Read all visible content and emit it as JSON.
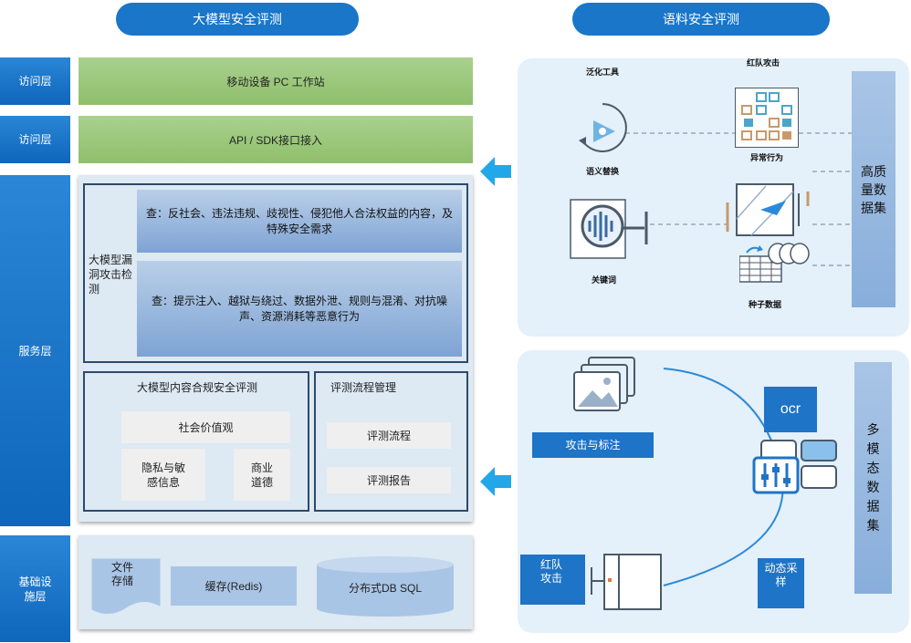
{
  "header": {
    "left_title": "大模型安全评测",
    "right_title": "语料安全评测"
  },
  "layers": {
    "access1": "访问层",
    "access2": "访问层",
    "service": "服务层",
    "infra": "基础设施层"
  },
  "access": {
    "devices": "移动设备    PC   工作站",
    "api": "API / SDK接口接入"
  },
  "vuln": {
    "title": "大模型漏洞攻击检测",
    "check1": "查：反社会、违法违规、歧视性、侵犯他人合法权益的内容，及特殊安全需求",
    "check2": "查：提示注入、越狱与绕过、数据外泄、规则与混淆、对抗噪声、资源消耗等恶意行为"
  },
  "compliance": {
    "title": "大模型内容合规安全评测",
    "social": "社会价值观",
    "privacy": "隐私与敏感信息",
    "business": "商业道德"
  },
  "process": {
    "title": "评测流程管理",
    "flow": "评测流程",
    "report": "评测报告"
  },
  "infra": {
    "file": "文件存储",
    "cache": "缓存(Redis)",
    "db": "分布式DB   SQL"
  },
  "corpus": {
    "generalize_tool": "泛化工具",
    "red_team_top": "红队攻击",
    "semantic_replace": "语义替换",
    "anomaly": "异常行为",
    "keyword": "关键词",
    "seed_data": "种子数据",
    "high_quality": "高质量数据集"
  },
  "multimodal": {
    "attack_label": "攻击与标注",
    "ocr": "ocr",
    "red_team": "红队攻击",
    "dynamic_sampling": "动态采样",
    "dataset": "多模态数据集"
  },
  "colors": {
    "primary_blue": "#1976c8",
    "access_green": "#a9d18e",
    "panel_bg": "#dde9f3",
    "right_panel_bg": "#e4f0fa",
    "arrow_cyan": "#22a7e8"
  }
}
